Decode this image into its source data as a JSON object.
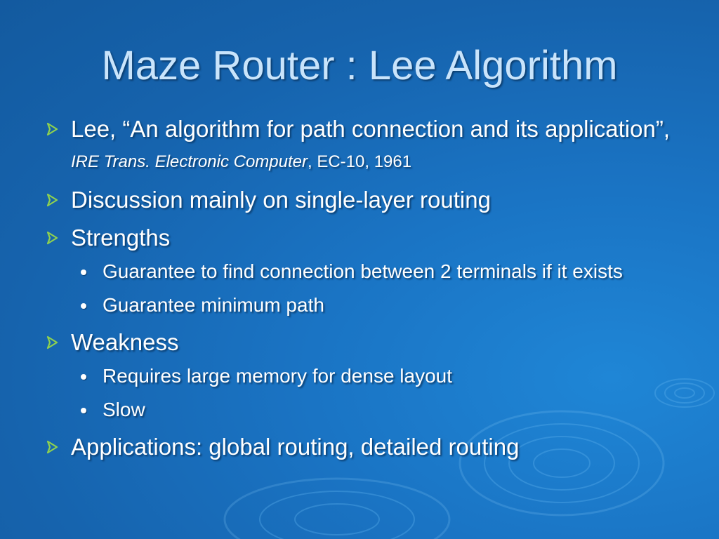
{
  "slide": {
    "title": "Maze Router : Lee Algorithm",
    "bullets": [
      {
        "main": "Lee, “An algorithm for path connection and its application”,",
        "journal": "IRE Trans. Electronic Computer",
        "ref": ", EC-10, 1961"
      },
      {
        "text": "Discussion mainly on single-layer routing"
      },
      {
        "text": "Strengths",
        "sub": [
          "Guarantee to find connection between  2 terminals if it exists",
          "Guarantee minimum path"
        ]
      },
      {
        "text": "Weakness",
        "sub": [
          "Requires large memory for dense layout",
          "Slow"
        ]
      },
      {
        "text": "Applications: global routing, detailed routing"
      }
    ]
  },
  "icons": {
    "level1_marker": "chevron-right-icon",
    "level2_marker": "bullet-dot-icon"
  },
  "colors": {
    "background": "#1a6fbf",
    "title": "#c9e4fb",
    "marker": "#8fd14f",
    "text": "#ffffff"
  }
}
